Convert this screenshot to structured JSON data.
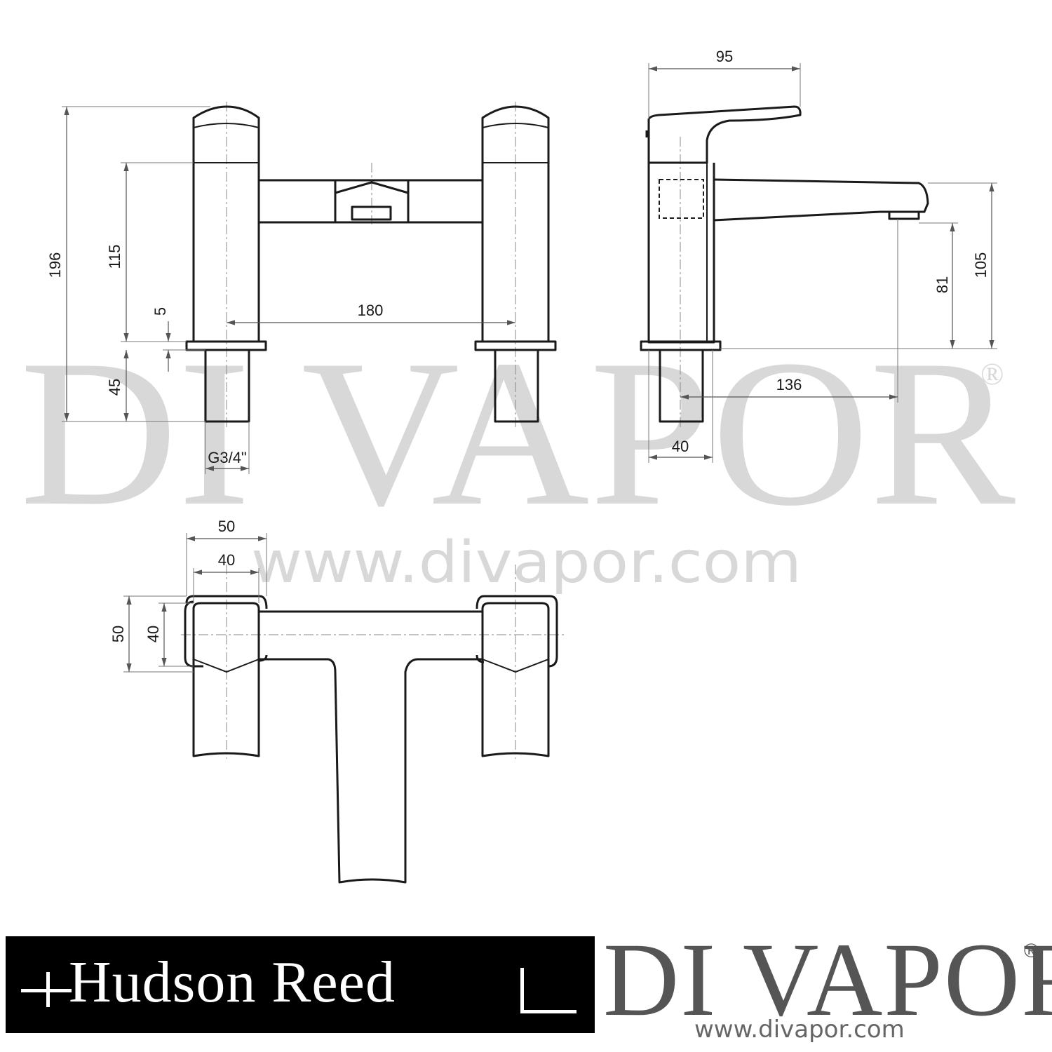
{
  "dimensions": {
    "front_total_height": "196",
    "front_handle_height": "115",
    "front_plate": "5",
    "front_tail": "45",
    "front_centres": "180",
    "front_thread": "G3/4\"",
    "side_depth": "95",
    "side_spout_height": "105",
    "side_outlet_height": "81",
    "side_projection": "136",
    "side_base": "40",
    "plan_outer_width": "50",
    "plan_inner_width": "40",
    "plan_outer_depth": "50",
    "plan_inner_depth": "40"
  },
  "watermark": {
    "text": "DI VAPOR",
    "reg": "®",
    "url": "www.divapor.com"
  },
  "logos": {
    "brand": "Hudson Reed",
    "retailer": "DI VAPOR",
    "retailer_reg": "®",
    "retailer_url": "www.divapor.com"
  }
}
